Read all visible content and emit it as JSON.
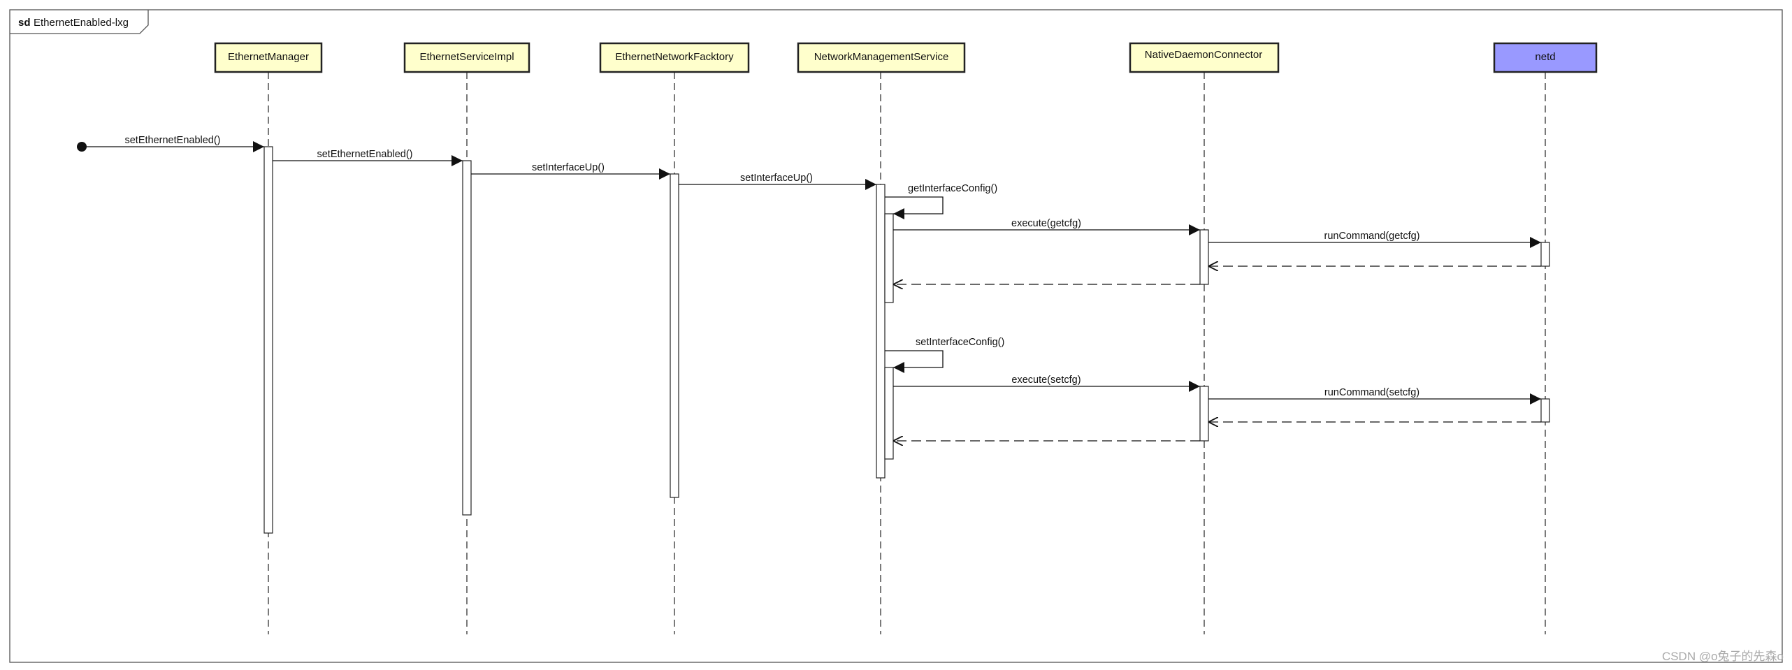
{
  "frame": {
    "keyword": "sd",
    "name": "EthernetEnabled-lxg"
  },
  "colors": {
    "participant_fill": "#ffffcc",
    "netd_fill": "#9999ff",
    "line": "#222222"
  },
  "participants": [
    {
      "id": "em",
      "label": "EthernetManager"
    },
    {
      "id": "esi",
      "label": "EthernetServiceImpl"
    },
    {
      "id": "enf",
      "label": "EthernetNetworkFacktory"
    },
    {
      "id": "nms",
      "label": "NetworkManagementService"
    },
    {
      "id": "ndc",
      "label": "NativeDaemonConnector"
    },
    {
      "id": "netd",
      "label": "netd"
    }
  ],
  "messages": [
    {
      "label": "setEthernetEnabled()",
      "from": "found",
      "to": "em",
      "kind": "sync"
    },
    {
      "label": "setEthernetEnabled()",
      "from": "em",
      "to": "esi",
      "kind": "sync"
    },
    {
      "label": "setInterfaceUp()",
      "from": "esi",
      "to": "enf",
      "kind": "sync"
    },
    {
      "label": "setInterfaceUp()",
      "from": "enf",
      "to": "nms",
      "kind": "sync"
    },
    {
      "label": "getInterfaceConfig()",
      "from": "nms",
      "to": "nms",
      "kind": "self"
    },
    {
      "label": "execute(getcfg)",
      "from": "nms",
      "to": "ndc",
      "kind": "sync"
    },
    {
      "label": "runCommand(getcfg)",
      "from": "ndc",
      "to": "netd",
      "kind": "sync"
    },
    {
      "label": "",
      "from": "netd",
      "to": "ndc",
      "kind": "return"
    },
    {
      "label": "",
      "from": "ndc",
      "to": "nms",
      "kind": "return"
    },
    {
      "label": "setInterfaceConfig()",
      "from": "nms",
      "to": "nms",
      "kind": "self"
    },
    {
      "label": "execute(setcfg)",
      "from": "nms",
      "to": "ndc",
      "kind": "sync"
    },
    {
      "label": "runCommand(setcfg)",
      "from": "ndc",
      "to": "netd",
      "kind": "sync"
    },
    {
      "label": "",
      "from": "netd",
      "to": "ndc",
      "kind": "return"
    },
    {
      "label": "",
      "from": "ndc",
      "to": "nms",
      "kind": "return"
    }
  ],
  "watermark": "CSDN @o兔子的先森o"
}
